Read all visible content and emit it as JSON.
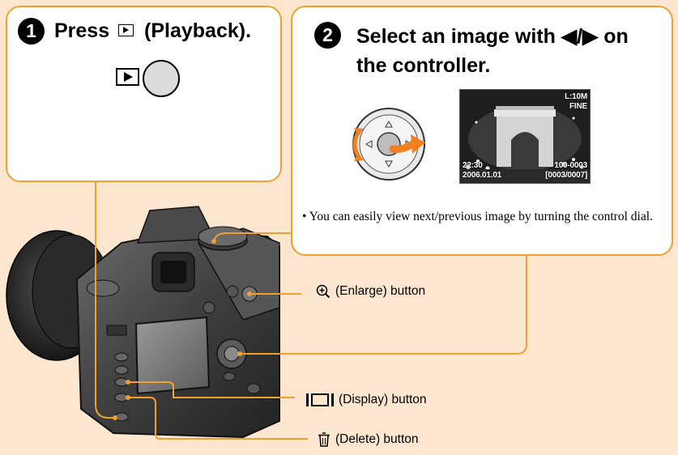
{
  "step1": {
    "number": "1",
    "title_prefix": "Press",
    "title_suffix": "(Playback)."
  },
  "step2": {
    "number": "2",
    "title_line1": "Select an image with ◀/▶ on",
    "title_line2": "the controller.",
    "tip": "• You can easily view next/previous image by turning the control dial."
  },
  "preview": {
    "quality_size": "L:10M",
    "quality_mode": "FINE",
    "time": "22:30",
    "date": "2006.01.01",
    "folder_file": "100-0003",
    "frame_count": "[0003/0007]"
  },
  "callouts": {
    "enlarge": "(Enlarge) button",
    "display": "(Display) button",
    "delete": "(Delete) button"
  },
  "colors": {
    "page_background": "#fde6cf",
    "box_border": "#f0a030",
    "leader_line": "#f0a030",
    "arrow": "#f08020"
  },
  "icons": [
    "playback-icon",
    "enlarge-icon",
    "display-icon",
    "delete-icon"
  ]
}
